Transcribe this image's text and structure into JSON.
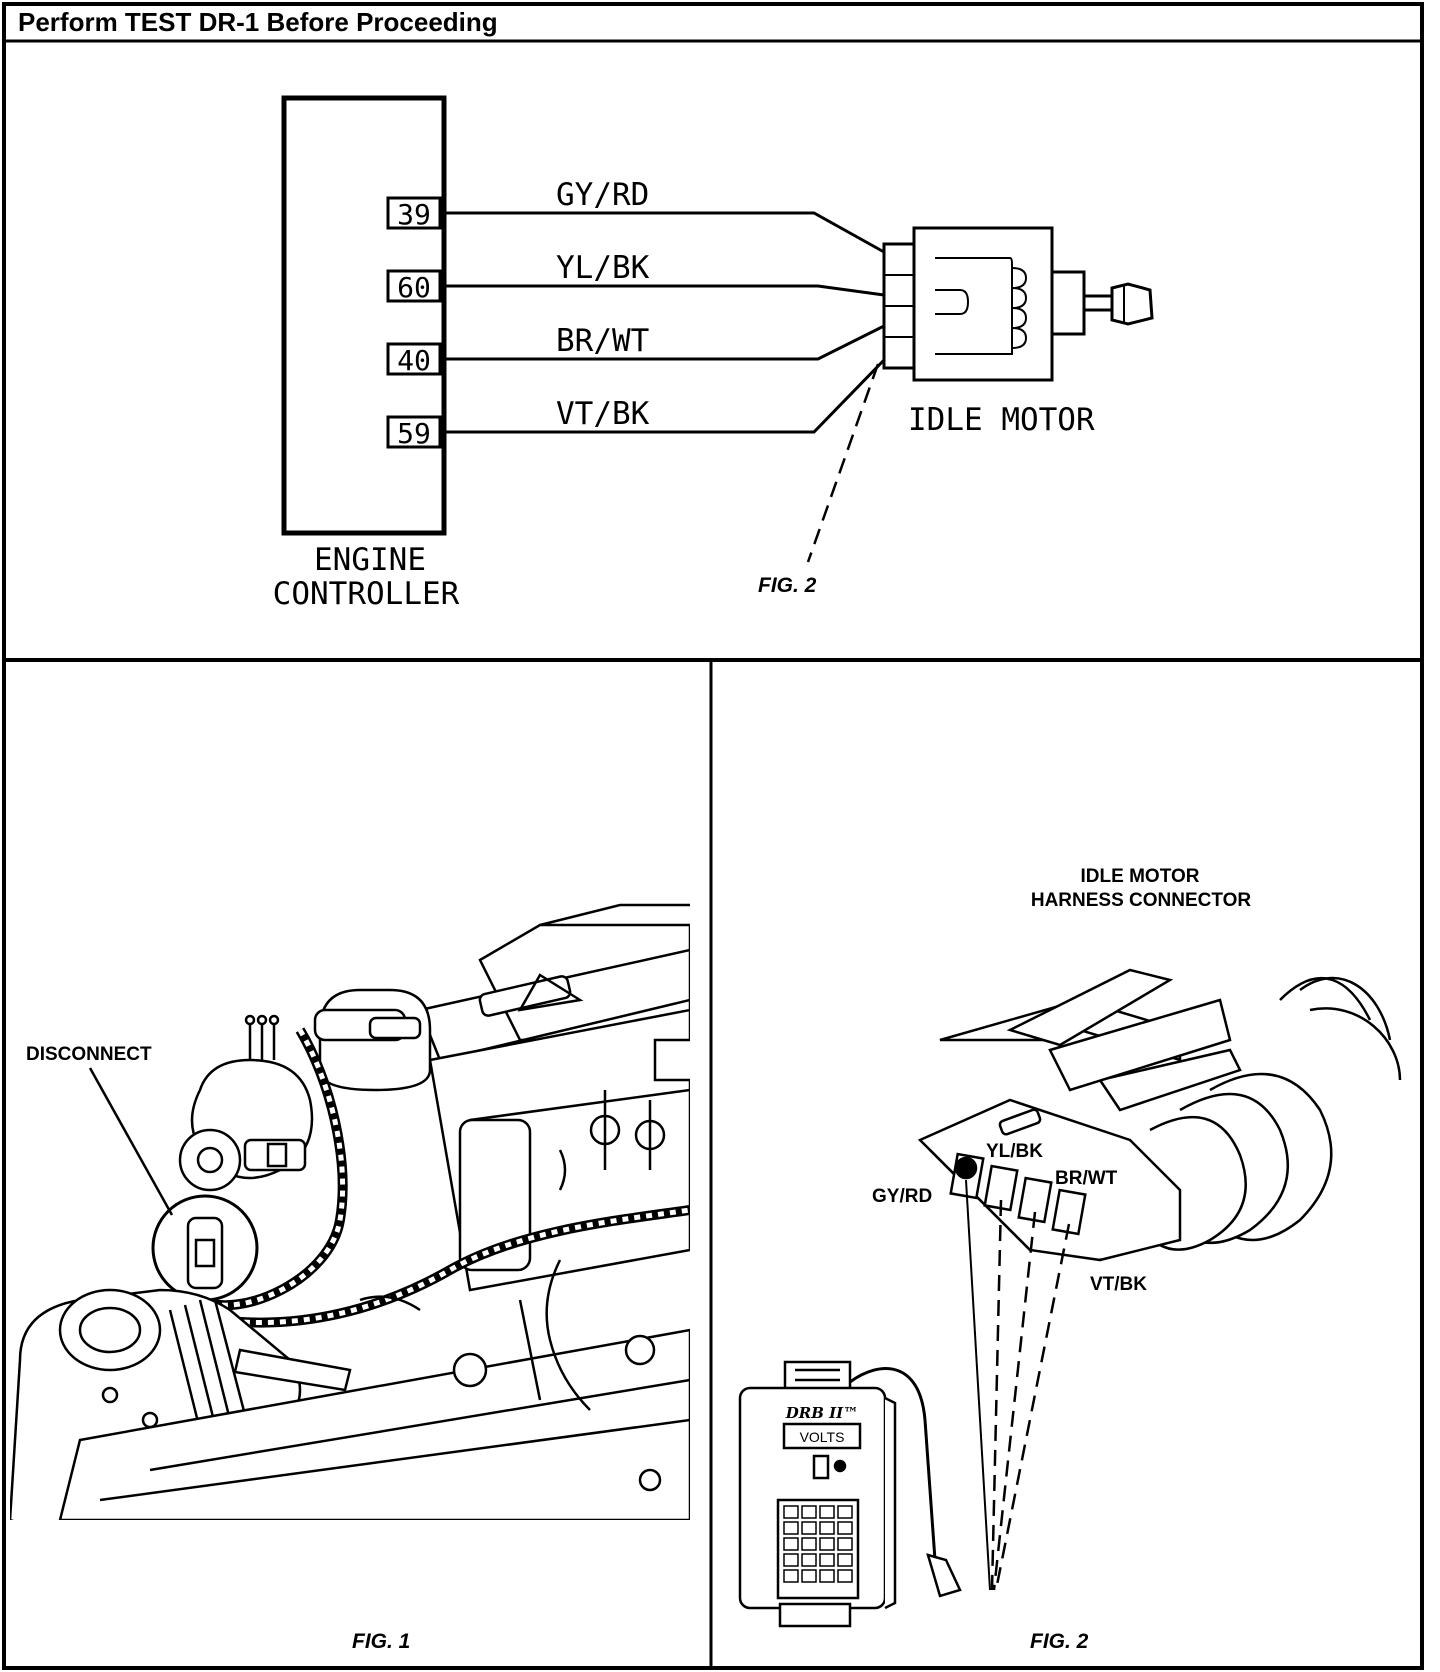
{
  "header": {
    "title": "Perform TEST DR-1 Before Proceeding"
  },
  "schematic": {
    "controller_label_line1": "ENGINE",
    "controller_label_line2": "CONTROLLER",
    "pins": [
      "39",
      "60",
      "40",
      "59"
    ],
    "wires": [
      "GY/RD",
      "YL/BK",
      "BR/WT",
      "VT/BK"
    ],
    "motor_label": "IDLE MOTOR",
    "fig_ref": "FIG. 2"
  },
  "fig1": {
    "callout": "DISCONNECT",
    "caption": "FIG. 1"
  },
  "fig2": {
    "title_line1": "IDLE MOTOR",
    "title_line2": "HARNESS CONNECTOR",
    "wire_labels": {
      "gy_rd": "GY/RD",
      "yl_bk": "YL/BK",
      "br_wt": "BR/WT",
      "vt_bk": "VT/BK"
    },
    "meter_brand": "DRB II™",
    "meter_display": "VOLTS",
    "caption": "FIG. 2"
  },
  "colors": {
    "ink": "#000000",
    "paper": "#ffffff"
  }
}
